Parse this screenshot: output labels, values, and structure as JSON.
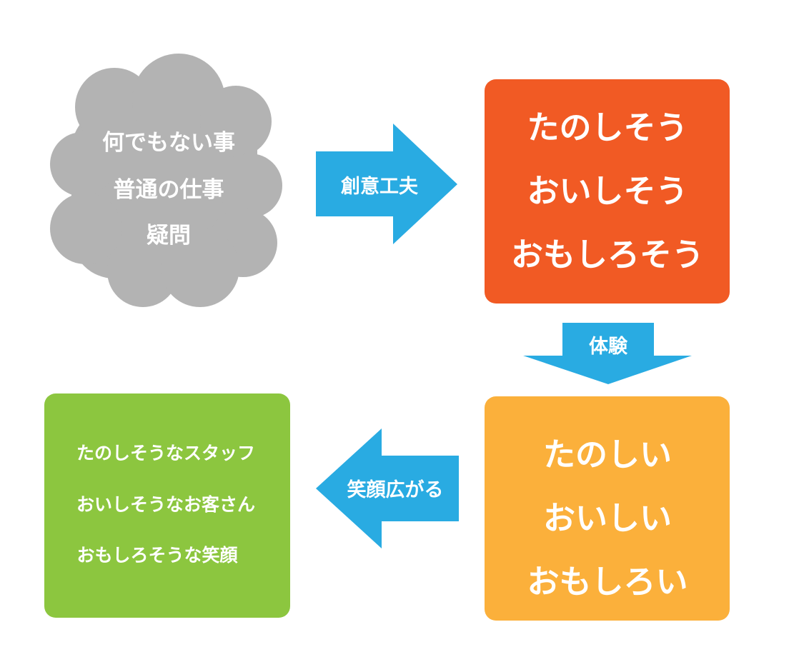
{
  "cloud": {
    "lines": [
      "何でもない事",
      "普通の仕事",
      "疑問"
    ],
    "color": "#b3b3b3"
  },
  "arrow_right": {
    "label": "創意工夫",
    "color": "#29abe2"
  },
  "box_orange": {
    "lines": [
      "たのしそう",
      "おいしそう",
      "おもしろそう"
    ],
    "color": "#f15a24"
  },
  "arrow_down": {
    "label": "体験",
    "color": "#29abe2"
  },
  "box_yellow": {
    "lines": [
      "たのしい",
      "おいしい",
      "おもしろい"
    ],
    "color": "#fbb03b"
  },
  "arrow_left": {
    "label": "笑顔広がる",
    "color": "#29abe2"
  },
  "box_green": {
    "lines": [
      "たのしそうなスタッフ",
      "おいしそうなお客さん",
      "おもしろそうな笑顔"
    ],
    "color": "#8cc63f"
  },
  "text_color": "#ffffff"
}
